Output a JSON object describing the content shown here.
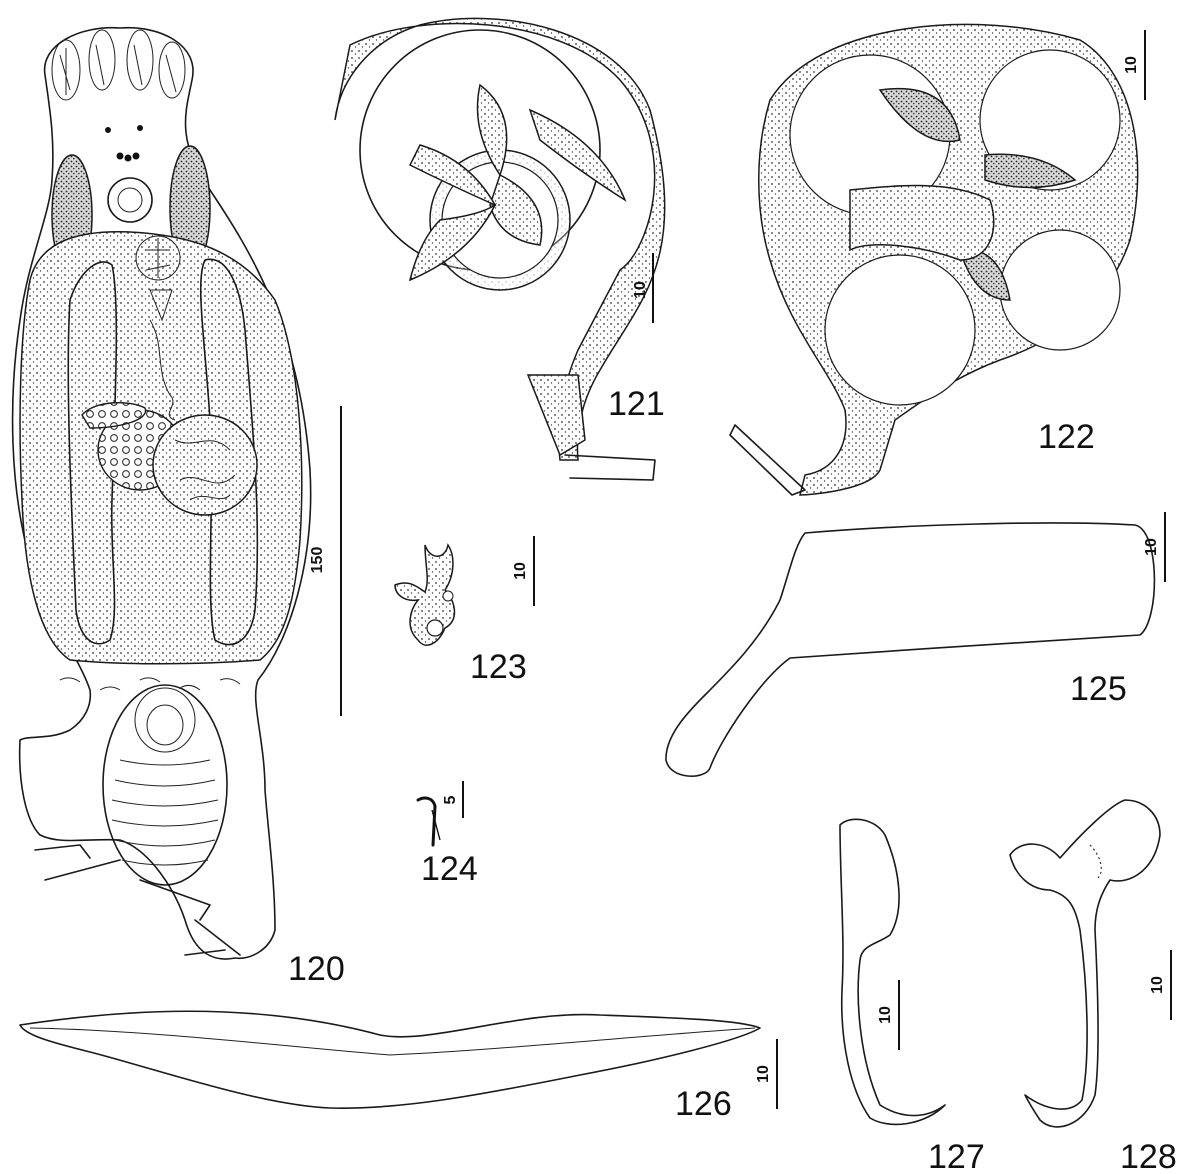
{
  "figures": [
    {
      "id": "120",
      "label": "120",
      "scale_bar": "150"
    },
    {
      "id": "121",
      "label": "121",
      "scale_bar": "10"
    },
    {
      "id": "122",
      "label": "122",
      "scale_bar": "10"
    },
    {
      "id": "123",
      "label": "123",
      "scale_bar": "10"
    },
    {
      "id": "124",
      "label": "124",
      "scale_bar": "5"
    },
    {
      "id": "125",
      "label": "125",
      "scale_bar": "10"
    },
    {
      "id": "126",
      "label": "126",
      "scale_bar": "10"
    },
    {
      "id": "127",
      "label": "127",
      "scale_bar": "10"
    },
    {
      "id": "128",
      "label": "128",
      "scale_bar": "10"
    }
  ]
}
